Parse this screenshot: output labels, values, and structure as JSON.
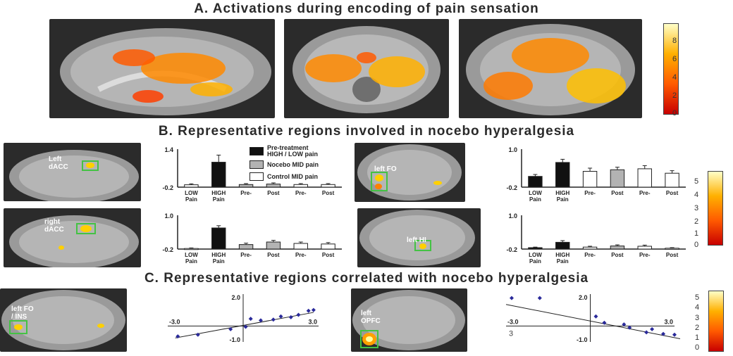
{
  "titles": {
    "a": "A. Activations during encoding of pain sensation",
    "b": "B. Representative regions involved in nocebo hyperalgesia",
    "c": "C. Representative regions correlated with nocebo hyperalgesia"
  },
  "colors": {
    "activation": "#ff7a00",
    "roi_outline": "#44c244",
    "scatter_point": "#2a2a9a"
  },
  "colorbars": [
    {
      "ticks": [
        "8",
        "6",
        "4",
        "2",
        "0"
      ]
    },
    {
      "ticks": [
        "5",
        "4",
        "3",
        "2",
        "1",
        "0"
      ]
    },
    {
      "ticks": [
        "5",
        "4",
        "3",
        "2",
        "1",
        "0"
      ]
    }
  ],
  "brain_labels": {
    "b1": "Left\ndACC",
    "b2": "left FO",
    "b3": "right\ndACC",
    "b4": "left HI",
    "c1": "left FO\n/ INS",
    "c2": "left\nOPFC"
  },
  "legend": {
    "items": [
      {
        "label": "Pre-treatment\nHIGH / LOW pain",
        "fill": "#111111"
      },
      {
        "label": "Nocebo MID pain",
        "fill": "#b3b3b3"
      },
      {
        "label": "Control MID pain",
        "fill": "#ffffff"
      }
    ]
  },
  "chart_data": [
    {
      "type": "bar",
      "panel": "B dACC (left)",
      "categories": [
        "LOW\nPain",
        "HIGH\nPain",
        "Pre-",
        "Post",
        "Pre-",
        "Post"
      ],
      "values": [
        -0.1,
        0.85,
        -0.09,
        -0.07,
        -0.09,
        -0.09
      ],
      "errors": [
        0.04,
        0.3,
        0.04,
        0.05,
        0.04,
        0.04
      ],
      "fills": [
        "#ffffff",
        "#111111",
        "#b3b3b3",
        "#b3b3b3",
        "#ffffff",
        "#ffffff"
      ],
      "ylim": [
        -0.2,
        1.4
      ],
      "yticks": [
        "1.4",
        "-0.2"
      ]
    },
    {
      "type": "bar",
      "panel": "B left FO",
      "categories": [
        "LOW\nPain",
        "HIGH\nPain",
        "Pre-",
        "Post",
        "Pre-",
        "Post"
      ],
      "values": [
        0.14,
        0.58,
        0.3,
        0.35,
        0.38,
        0.24
      ],
      "errors": [
        0.06,
        0.1,
        0.1,
        0.08,
        0.1,
        0.08
      ],
      "fills": [
        "#111111",
        "#111111",
        "#ffffff",
        "#b3b3b3",
        "#ffffff",
        "#ffffff"
      ],
      "ylim": [
        -0.2,
        1.0
      ],
      "yticks": [
        "1.0",
        "-0.2"
      ]
    },
    {
      "type": "bar",
      "panel": "B dACC (right)",
      "categories": [
        "LOW\nPain",
        "HIGH\nPain",
        "Pre-",
        "Post",
        "Pre-",
        "Post"
      ],
      "values": [
        -0.18,
        0.55,
        -0.04,
        0.05,
        0.0,
        -0.02
      ],
      "errors": [
        0.02,
        0.08,
        0.05,
        0.06,
        0.05,
        0.05
      ],
      "fills": [
        "#ffffff",
        "#111111",
        "#b3b3b3",
        "#b3b3b3",
        "#ffffff",
        "#ffffff"
      ],
      "ylim": [
        -0.2,
        1.0
      ],
      "yticks": [
        "1.0",
        "-0.2"
      ]
    },
    {
      "type": "bar",
      "panel": "B left HI",
      "categories": [
        "LOW\nPain",
        "HIGH\nPain",
        "Pre-",
        "Post",
        "Pre-",
        "Post"
      ],
      "values": [
        -0.15,
        0.04,
        -0.13,
        -0.09,
        -0.1,
        -0.17
      ],
      "errors": [
        0.02,
        0.06,
        0.03,
        0.04,
        0.04,
        0.02
      ],
      "fills": [
        "#111111",
        "#111111",
        "#ffffff",
        "#b3b3b3",
        "#ffffff",
        "#ffffff"
      ],
      "ylim": [
        -0.2,
        1.0
      ],
      "yticks": [
        "1.0",
        "-0.2"
      ]
    },
    {
      "type": "scatter",
      "panel": "C left FO / INS",
      "x": [
        -2.6,
        -1.8,
        -0.5,
        0.1,
        0.3,
        0.7,
        1.2,
        1.5,
        1.9,
        2.2,
        2.6,
        2.8
      ],
      "y": [
        -0.65,
        -0.55,
        -0.2,
        -0.05,
        0.45,
        0.35,
        0.4,
        0.6,
        0.55,
        0.7,
        0.95,
        1.0
      ],
      "fit": [
        [
          -2.7,
          -0.75
        ],
        [
          2.8,
          0.85
        ]
      ],
      "xlim": [
        -3.0,
        3.0
      ],
      "ylim": [
        -1.0,
        2.0
      ],
      "axis_labels": {
        "xmin": "-3.0",
        "xmax": "3.0",
        "ymax": "2.0",
        "ymin": "-1.0"
      }
    },
    {
      "type": "scatter",
      "panel": "C left OPFC",
      "x": [
        -2.8,
        -1.8,
        0.2,
        0.5,
        1.2,
        1.4,
        2.0,
        2.2,
        2.6,
        3.0
      ],
      "y": [
        1.75,
        1.75,
        0.6,
        0.2,
        0.1,
        -0.1,
        -0.4,
        -0.2,
        -0.5,
        -0.55
      ],
      "fit": [
        [
          -3.0,
          1.35
        ],
        [
          3.2,
          -0.8
        ]
      ],
      "xlim": [
        -3.0,
        3.0
      ],
      "ylim": [
        -1.0,
        2.0
      ],
      "axis_labels": {
        "xmin": "-3.0",
        "xmax": "3.0",
        "ymax": "2.0",
        "ymin": "-1.0"
      },
      "stray_text": "3"
    }
  ]
}
